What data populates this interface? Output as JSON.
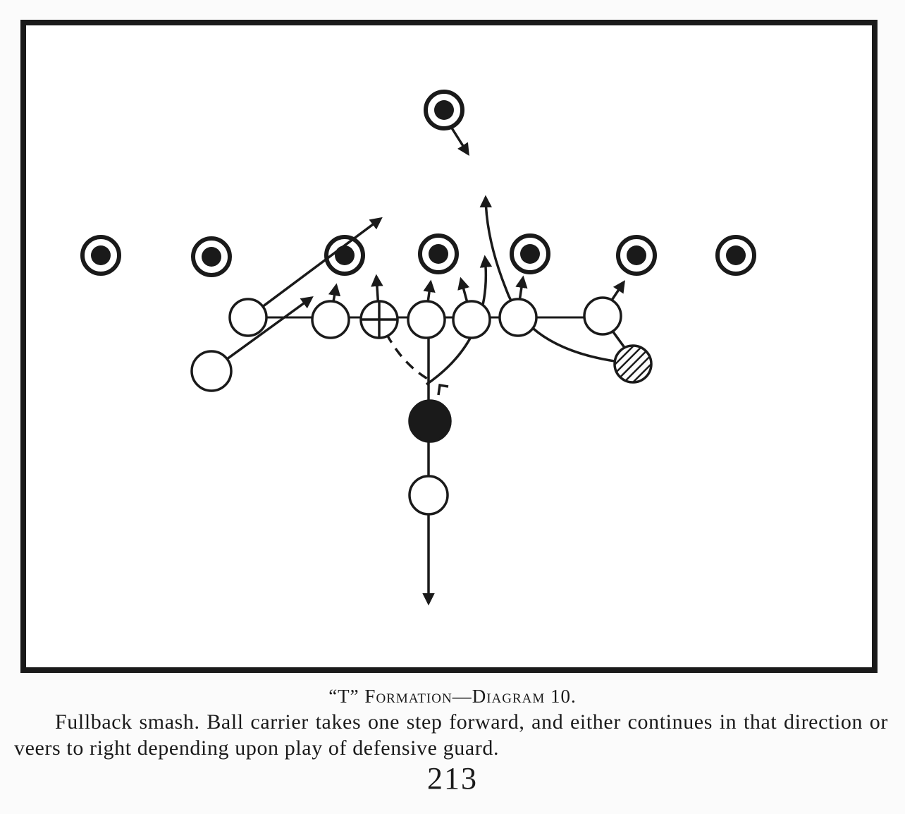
{
  "figure": {
    "title_quote": "“T”",
    "title_formation": "Formation",
    "title_dash": "—",
    "title_diagram": "Diagram",
    "title_number": "10.",
    "description": "Fullback smash. Ball carrier takes one step forward, and either continues in that direction or veers to right depending upon play of defensive guard."
  },
  "page_number": "213",
  "colors": {
    "ink": "#1a1a1a",
    "paper": "#fbfbfb"
  },
  "diagram": {
    "defense_players": 8,
    "offense_players": 11,
    "ball_carrier_symbol": "filled-circle",
    "center_symbol": "crossed-circle",
    "end_symbol": "hatched-circle"
  }
}
